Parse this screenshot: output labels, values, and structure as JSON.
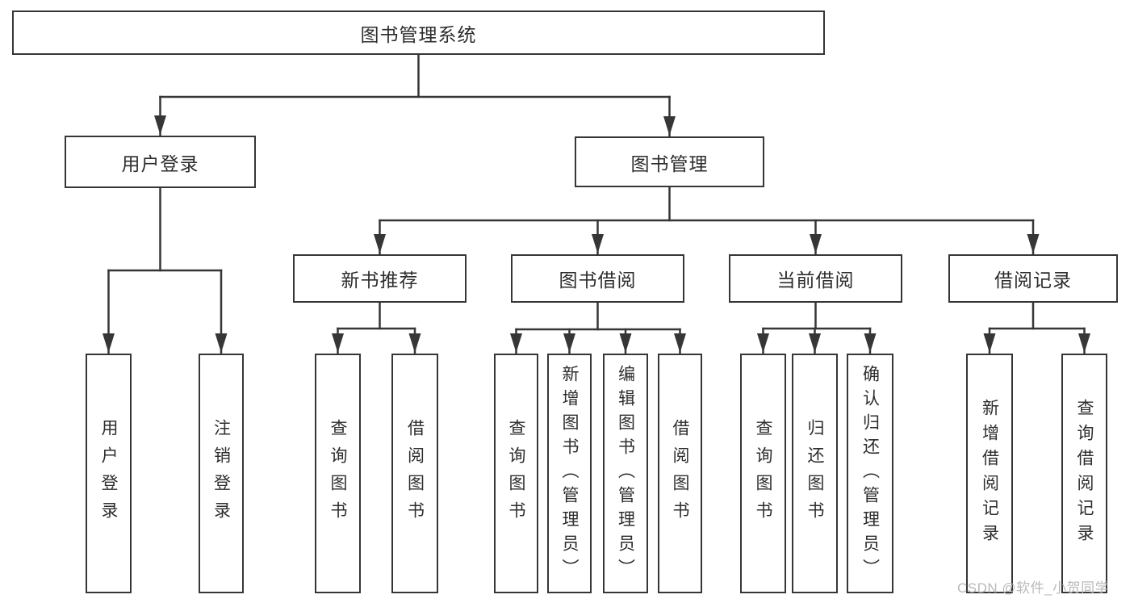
{
  "diagram": {
    "title": "图书管理系统",
    "level2": [
      {
        "label": "用户登录",
        "children": [
          {
            "label": "用户登录"
          },
          {
            "label": "注销登录"
          }
        ]
      },
      {
        "label": "图书管理",
        "groups": [
          {
            "label": "新书推荐",
            "children": [
              {
                "label": "查询图书"
              },
              {
                "label": "借阅图书"
              }
            ]
          },
          {
            "label": "图书借阅",
            "children": [
              {
                "label": "查询图书"
              },
              {
                "label": "新增图书（管理员）"
              },
              {
                "label": "编辑图书（管理员）"
              },
              {
                "label": "借阅图书"
              }
            ]
          },
          {
            "label": "当前借阅",
            "children": [
              {
                "label": "查询图书"
              },
              {
                "label": "归还图书"
              },
              {
                "label": "确认归还（管理员）"
              }
            ]
          },
          {
            "label": "借阅记录",
            "children": [
              {
                "label": "新增借阅记录"
              },
              {
                "label": "查询借阅记录"
              }
            ]
          }
        ]
      }
    ]
  },
  "watermark": {
    "text": "CSDN @软件_小贺同学"
  },
  "colors": {
    "background": "#ffffff",
    "box_border": "#363636",
    "line": "#363636",
    "text": "#2d2d2d",
    "watermark": "#b9b9b9"
  }
}
